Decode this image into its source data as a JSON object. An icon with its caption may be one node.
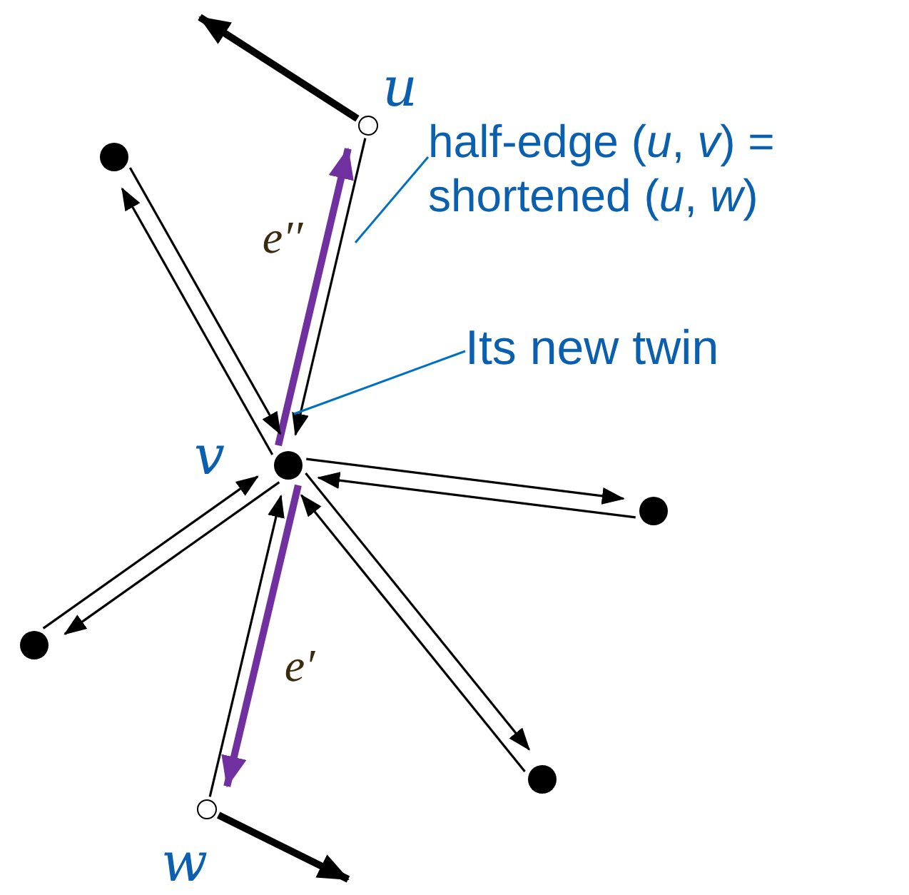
{
  "diagram": {
    "nodes": [
      {
        "text": [],
        "shape": "circle",
        "beside": [
          "u"
        ]
      },
      {
        "text": [],
        "shape": "circle",
        "beside": [
          "v"
        ]
      },
      {
        "text": [],
        "shape": "circle",
        "beside": [
          "w"
        ]
      },
      {
        "text": [],
        "shape": "circle"
      },
      {
        "text": [],
        "shape": "circle"
      },
      {
        "text": [],
        "shape": "circle"
      },
      {
        "text": [],
        "shape": "circle"
      },
      {
        "text": [
          "half-edge (*u*, *v*) = shortened (*u*, *w*)"
        ]
      },
      {
        "text": [
          "Its new twin"
        ]
      }
    ],
    "edges": [
      {
        "from": 1,
        "to": 0,
        "arrow": "to",
        "label": "e′′",
        "style": "thick",
        "color": "#7030a0"
      },
      {
        "from": 0,
        "to": 1,
        "arrow": "to"
      },
      {
        "from": 1,
        "to": 2,
        "arrow": "to",
        "label": "e′",
        "style": "thick",
        "color": "#7030a0"
      },
      {
        "from": 2,
        "to": 1,
        "arrow": "to"
      },
      {
        "from": 3,
        "to": 1,
        "arrow": "to"
      },
      {
        "from": 1,
        "to": 3,
        "arrow": "to"
      },
      {
        "from": 1,
        "to": 4,
        "arrow": "to"
      },
      {
        "from": 4,
        "to": 1,
        "arrow": "to"
      },
      {
        "from": 5,
        "to": 1,
        "arrow": "to"
      },
      {
        "from": 1,
        "to": 5,
        "arrow": "to"
      },
      {
        "from": 1,
        "to": 6,
        "arrow": "to"
      },
      {
        "from": 6,
        "to": 1,
        "arrow": "to"
      },
      {
        "from": 0,
        "to": null,
        "arrow": "to",
        "style": "thick"
      },
      {
        "from": 2,
        "to": null,
        "arrow": "to",
        "style": "thick"
      },
      {
        "from": 7,
        "to": null,
        "arrow": "none",
        "color": "#0070c0"
      },
      {
        "from": 8,
        "to": null,
        "arrow": "none",
        "color": "#0070c0"
      }
    ]
  }
}
